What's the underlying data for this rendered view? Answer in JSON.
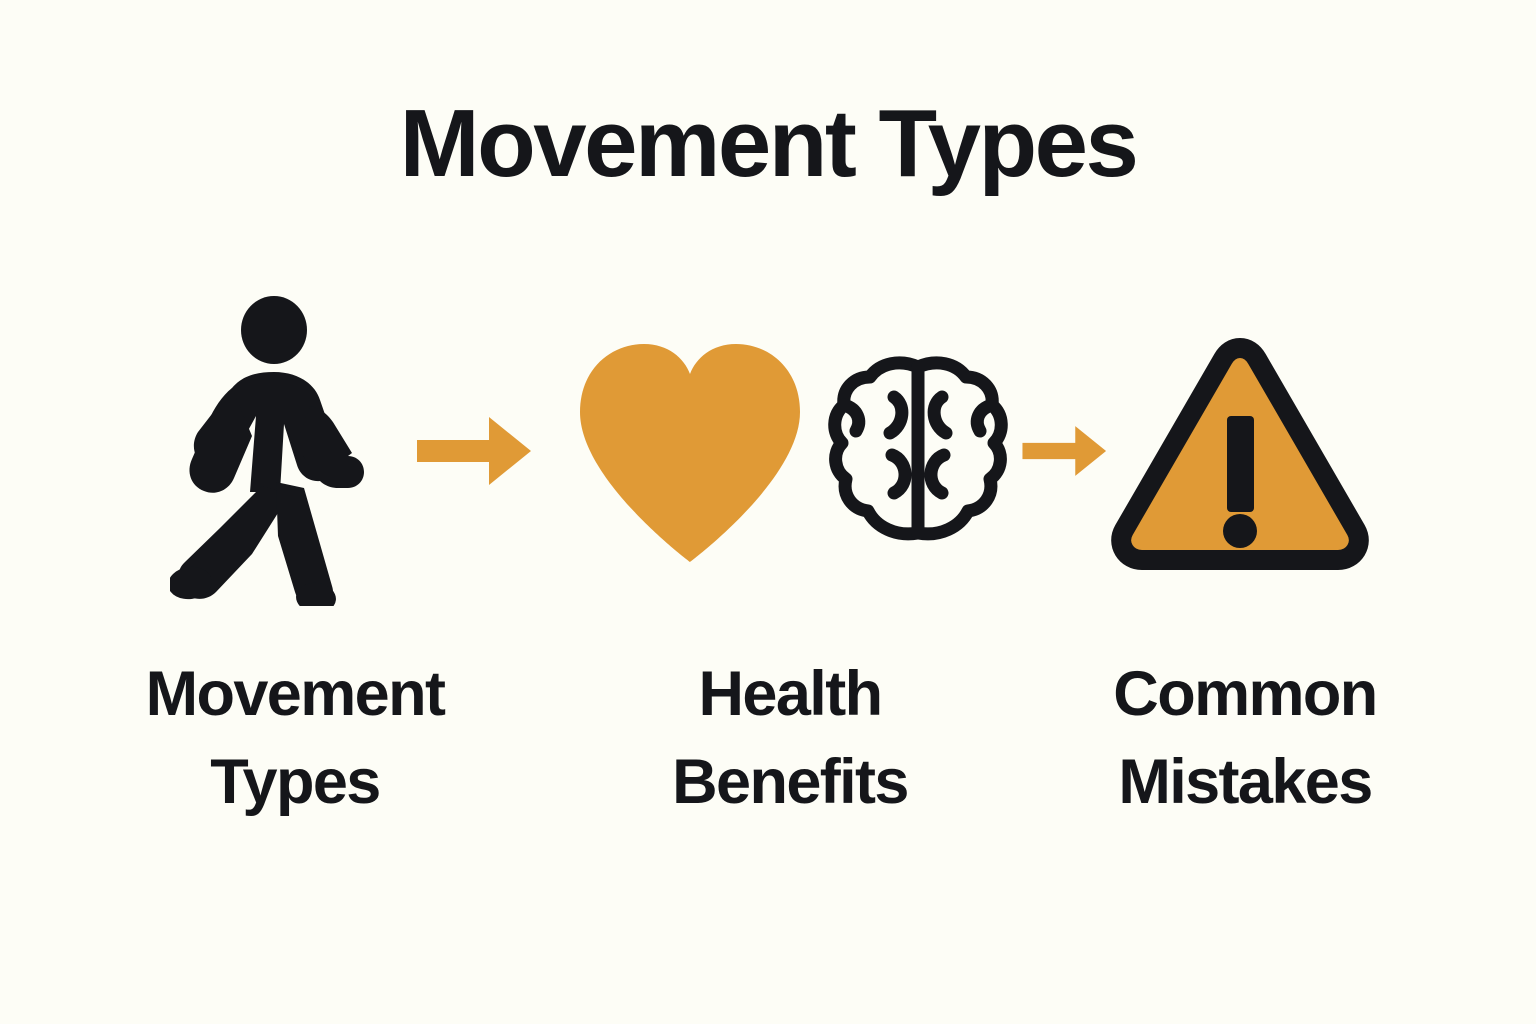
{
  "page": {
    "title": "Movement Types",
    "background_color": "#FDFDF6",
    "text_color": "#15161A",
    "accent_color": "#E09A36"
  },
  "flow": {
    "steps": [
      {
        "icon": "walking-person-icon",
        "icon_style": "solid-black-pictogram",
        "label_line_1": "Movement",
        "label_line_2": "Types",
        "label_full": "Movement Types"
      },
      {
        "icon": "heart-icon",
        "icon_secondary": "brain-icon",
        "icon_style": "solid-orange-fill",
        "label_line_1": "Health",
        "label_line_2": "Benefits",
        "label_full": "Health Benefits"
      },
      {
        "icon": "warning-triangle-icon",
        "icon_style": "orange-fill-black-outline",
        "label_line_1": "Common",
        "label_line_2": "Mistakes",
        "label_full": "Common Mistakes"
      }
    ],
    "connectors": [
      {
        "icon": "arrow-right-icon",
        "color": "#E09A36"
      },
      {
        "icon": "arrow-right-icon",
        "color": "#E09A36"
      }
    ]
  }
}
